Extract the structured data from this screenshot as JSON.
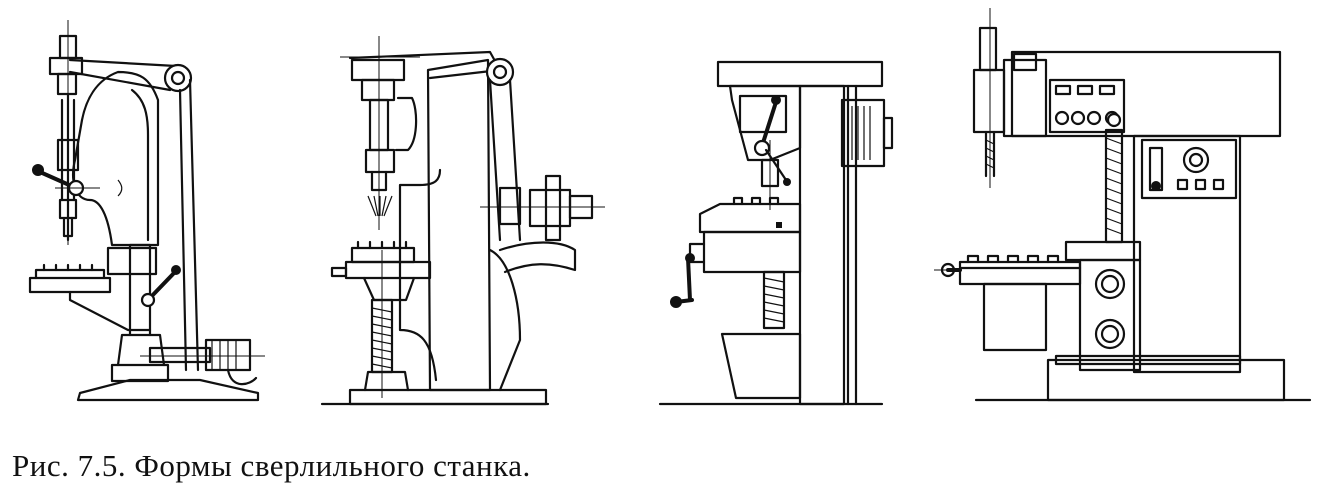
{
  "figure": {
    "caption": "Рис. 7.5. Формы сверлильного станка.",
    "panels": [
      "drill-machine-1",
      "drill-machine-2",
      "drill-machine-3",
      "drill-machine-4"
    ]
  }
}
